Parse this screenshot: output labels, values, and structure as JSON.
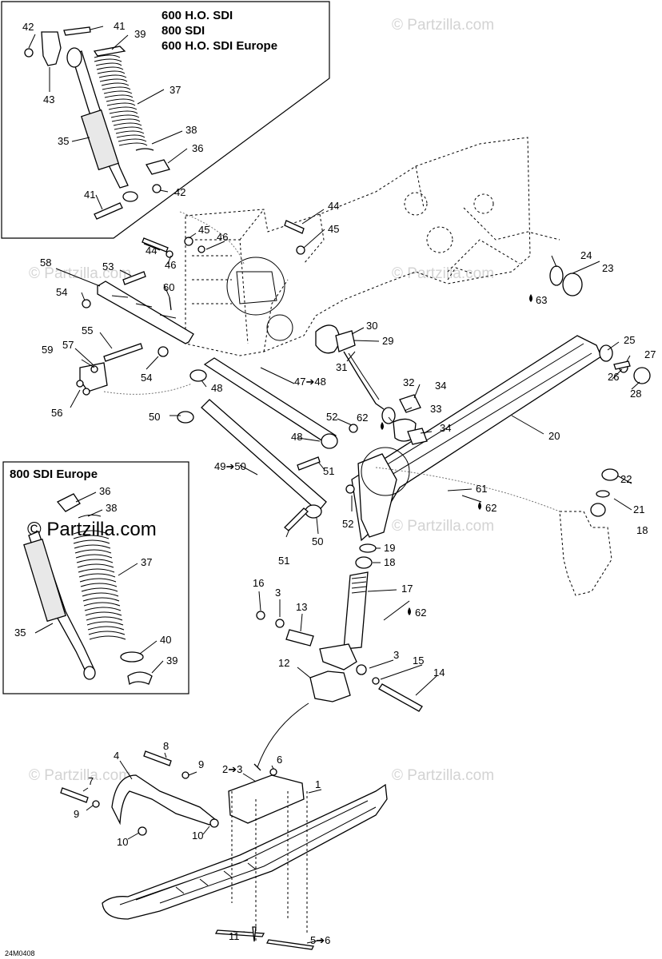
{
  "titles": {
    "box_top": [
      "600 H.O. SDI",
      "800 SDI",
      "600 H.O. SDI Europe"
    ],
    "box_mid": "800 SDI Europe"
  },
  "watermark": "© Partzilla.com",
  "watermark_primary": "© Partzilla.com",
  "drawing_code": "24M0408",
  "drop_icon": "oil-drop-icon",
  "callouts": [
    {
      "id": "c42a",
      "text": "42"
    },
    {
      "id": "c41a",
      "text": "41"
    },
    {
      "id": "c39a",
      "text": "39"
    },
    {
      "id": "c43",
      "text": "43"
    },
    {
      "id": "c37a",
      "text": "37"
    },
    {
      "id": "c35a",
      "text": "35"
    },
    {
      "id": "c38a",
      "text": "38"
    },
    {
      "id": "c36a",
      "text": "36"
    },
    {
      "id": "c41b",
      "text": "41"
    },
    {
      "id": "c42b",
      "text": "42"
    },
    {
      "id": "c44a",
      "text": "44"
    },
    {
      "id": "c45a",
      "text": "45"
    },
    {
      "id": "c44b",
      "text": "44"
    },
    {
      "id": "c45b",
      "text": "45"
    },
    {
      "id": "c46a",
      "text": "46"
    },
    {
      "id": "c46b",
      "text": "46"
    },
    {
      "id": "c58",
      "text": "58"
    },
    {
      "id": "c53",
      "text": "53"
    },
    {
      "id": "c60",
      "text": "60"
    },
    {
      "id": "c54a",
      "text": "54"
    },
    {
      "id": "c55",
      "text": "55"
    },
    {
      "id": "c59",
      "text": "59"
    },
    {
      "id": "c57",
      "text": "57"
    },
    {
      "id": "c54b",
      "text": "54"
    },
    {
      "id": "c56",
      "text": "56"
    },
    {
      "id": "c24",
      "text": "24"
    },
    {
      "id": "c23",
      "text": "23"
    },
    {
      "id": "c63",
      "text": "63"
    },
    {
      "id": "c30",
      "text": "30"
    },
    {
      "id": "c29",
      "text": "29"
    },
    {
      "id": "c31",
      "text": "31"
    },
    {
      "id": "c25",
      "text": "25"
    },
    {
      "id": "c27",
      "text": "27"
    },
    {
      "id": "c26",
      "text": "26"
    },
    {
      "id": "c28",
      "text": "28"
    },
    {
      "id": "c47",
      "text": "47➔48"
    },
    {
      "id": "c48a",
      "text": "48"
    },
    {
      "id": "c32",
      "text": "32"
    },
    {
      "id": "c34a",
      "text": "34"
    },
    {
      "id": "c33",
      "text": "33"
    },
    {
      "id": "c62a",
      "text": "62"
    },
    {
      "id": "c34b",
      "text": "34"
    },
    {
      "id": "c20",
      "text": "20"
    },
    {
      "id": "c50a",
      "text": "50"
    },
    {
      "id": "c52a",
      "text": "52"
    },
    {
      "id": "c48b",
      "text": "48"
    },
    {
      "id": "c49",
      "text": "49➔50"
    },
    {
      "id": "c51a",
      "text": "51"
    },
    {
      "id": "c22",
      "text": "22"
    },
    {
      "id": "c61",
      "text": "61"
    },
    {
      "id": "c62b",
      "text": "62"
    },
    {
      "id": "c21",
      "text": "21"
    },
    {
      "id": "c18a",
      "text": "18"
    },
    {
      "id": "c52b",
      "text": "52"
    },
    {
      "id": "c51b",
      "text": "51"
    },
    {
      "id": "c50b",
      "text": "50"
    },
    {
      "id": "c19",
      "text": "19"
    },
    {
      "id": "c18b",
      "text": "18"
    },
    {
      "id": "c36b",
      "text": "36"
    },
    {
      "id": "c38b",
      "text": "38"
    },
    {
      "id": "c37b",
      "text": "37"
    },
    {
      "id": "c35b",
      "text": "35"
    },
    {
      "id": "c40",
      "text": "40"
    },
    {
      "id": "c39b",
      "text": "39"
    },
    {
      "id": "c16",
      "text": "16"
    },
    {
      "id": "c3a",
      "text": "3"
    },
    {
      "id": "c13",
      "text": "13"
    },
    {
      "id": "c17",
      "text": "17"
    },
    {
      "id": "c62c",
      "text": "62"
    },
    {
      "id": "c3b",
      "text": "3"
    },
    {
      "id": "c15",
      "text": "15"
    },
    {
      "id": "c12",
      "text": "12"
    },
    {
      "id": "c14",
      "text": "14"
    },
    {
      "id": "c8",
      "text": "8"
    },
    {
      "id": "c4",
      "text": "4"
    },
    {
      "id": "c9a",
      "text": "9"
    },
    {
      "id": "c6a",
      "text": "6"
    },
    {
      "id": "c23b",
      "text": "2➔3"
    },
    {
      "id": "c7",
      "text": "7"
    },
    {
      "id": "c1",
      "text": "1"
    },
    {
      "id": "c9b",
      "text": "9"
    },
    {
      "id": "c10a",
      "text": "10"
    },
    {
      "id": "c10b",
      "text": "10"
    },
    {
      "id": "c11",
      "text": "11"
    },
    {
      "id": "c56b",
      "text": "5➔6"
    }
  ]
}
